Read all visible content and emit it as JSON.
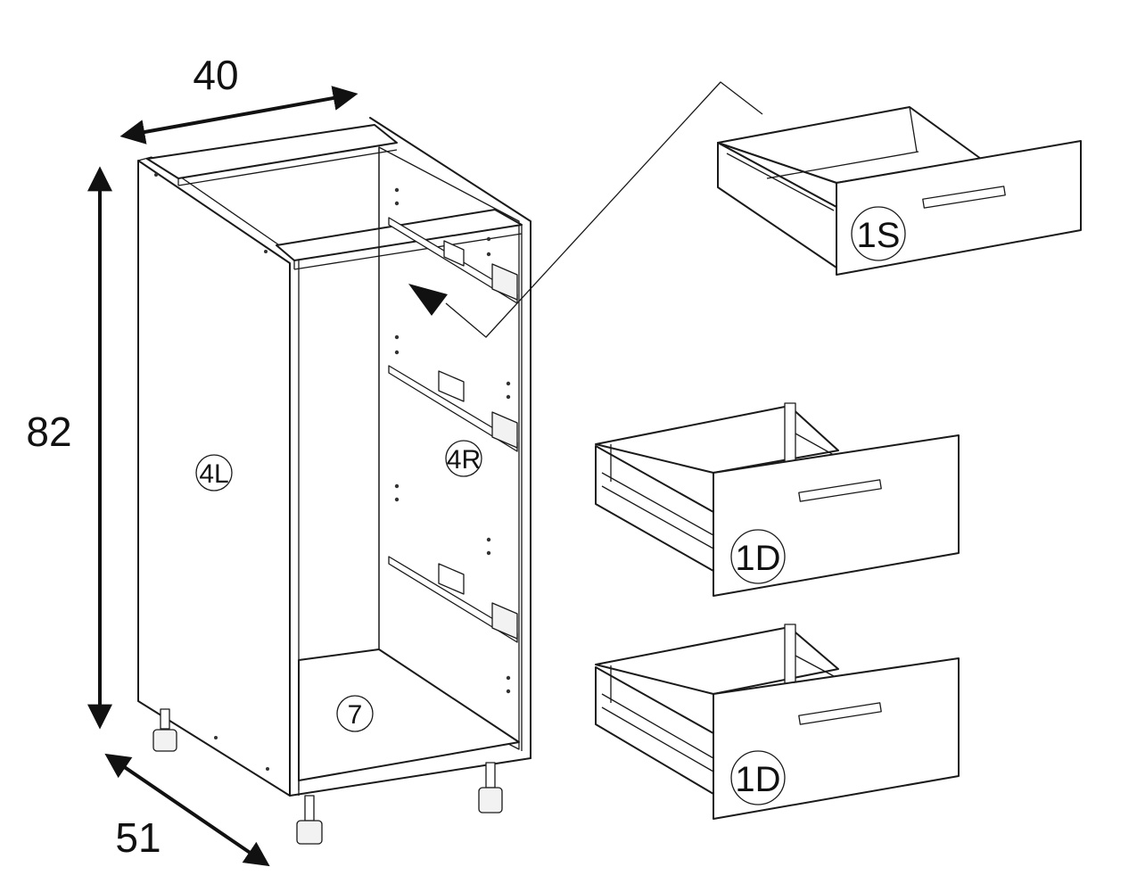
{
  "dimensions": {
    "width": "40",
    "height": "82",
    "depth": "51"
  },
  "parts": {
    "left_side": "4L",
    "right_side": "4R",
    "bottom": "7",
    "drawer_top": "1S",
    "drawer_middle": "1D",
    "drawer_bottom": "1D"
  },
  "colors": {
    "line": "#1a1a1a",
    "background": "#ffffff"
  }
}
